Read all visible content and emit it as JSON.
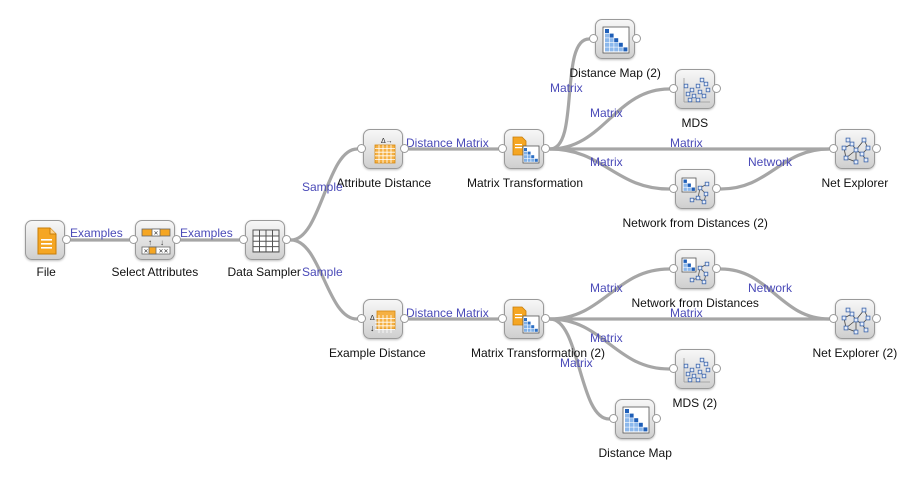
{
  "widgets": [
    {
      "id": "file",
      "label": "File",
      "icon": "file-icon",
      "inputs": false,
      "outputs": true
    },
    {
      "id": "select_attributes",
      "label": "Select Attributes",
      "icon": "select-attributes-icon",
      "inputs": true,
      "outputs": true
    },
    {
      "id": "data_sampler",
      "label": "Data Sampler",
      "icon": "data-sampler-icon",
      "inputs": true,
      "outputs": true
    },
    {
      "id": "attribute_distance",
      "label": "Attribute Distance",
      "icon": "attribute-distance-icon",
      "inputs": true,
      "outputs": true
    },
    {
      "id": "example_distance",
      "label": "Example Distance",
      "icon": "example-distance-icon",
      "inputs": true,
      "outputs": true
    },
    {
      "id": "matrix_transformation",
      "label": "Matrix Transformation",
      "icon": "matrix-transformation-icon",
      "inputs": true,
      "outputs": true
    },
    {
      "id": "matrix_transformation_2",
      "label": "Matrix Transformation (2)",
      "icon": "matrix-transformation-icon",
      "inputs": true,
      "outputs": true
    },
    {
      "id": "distance_map_2",
      "label": "Distance Map (2)",
      "icon": "distance-map-icon",
      "inputs": true,
      "outputs": true
    },
    {
      "id": "mds",
      "label": "MDS",
      "icon": "mds-icon",
      "inputs": true,
      "outputs": true
    },
    {
      "id": "network_from_distances_2",
      "label": "Network from Distances (2)",
      "icon": "network-from-distances-icon",
      "inputs": true,
      "outputs": true
    },
    {
      "id": "net_explorer",
      "label": "Net Explorer",
      "icon": "net-explorer-icon",
      "inputs": true,
      "outputs": true
    },
    {
      "id": "network_from_distances",
      "label": "Network from Distances",
      "icon": "network-from-distances-icon",
      "inputs": true,
      "outputs": true
    },
    {
      "id": "net_explorer_2",
      "label": "Net Explorer (2)",
      "icon": "net-explorer-icon",
      "inputs": true,
      "outputs": true
    },
    {
      "id": "mds_2",
      "label": "MDS (2)",
      "icon": "mds-icon",
      "inputs": true,
      "outputs": true
    },
    {
      "id": "distance_map",
      "label": "Distance Map",
      "icon": "distance-map-icon",
      "inputs": true,
      "outputs": true
    }
  ],
  "links": [
    {
      "from": "file",
      "to": "select_attributes",
      "label": "Examples"
    },
    {
      "from": "select_attributes",
      "to": "data_sampler",
      "label": "Examples"
    },
    {
      "from": "data_sampler",
      "to": "attribute_distance",
      "label": "Sample"
    },
    {
      "from": "data_sampler",
      "to": "example_distance",
      "label": "Sample"
    },
    {
      "from": "attribute_distance",
      "to": "matrix_transformation",
      "label": "Distance Matrix"
    },
    {
      "from": "example_distance",
      "to": "matrix_transformation_2",
      "label": "Distance Matrix"
    },
    {
      "from": "matrix_transformation",
      "to": "distance_map_2",
      "label": "Matrix"
    },
    {
      "from": "matrix_transformation",
      "to": "mds",
      "label": "Matrix"
    },
    {
      "from": "matrix_transformation",
      "to": "net_explorer",
      "label": "Matrix"
    },
    {
      "from": "matrix_transformation",
      "to": "network_from_distances_2",
      "label": "Matrix"
    },
    {
      "from": "network_from_distances_2",
      "to": "net_explorer",
      "label": "Network"
    },
    {
      "from": "matrix_transformation_2",
      "to": "network_from_distances",
      "label": "Matrix"
    },
    {
      "from": "matrix_transformation_2",
      "to": "net_explorer_2",
      "label": "Matrix"
    },
    {
      "from": "matrix_transformation_2",
      "to": "mds_2",
      "label": "Matrix"
    },
    {
      "from": "matrix_transformation_2",
      "to": "distance_map",
      "label": "Matrix"
    },
    {
      "from": "network_from_distances",
      "to": "net_explorer_2",
      "label": "Network"
    }
  ]
}
